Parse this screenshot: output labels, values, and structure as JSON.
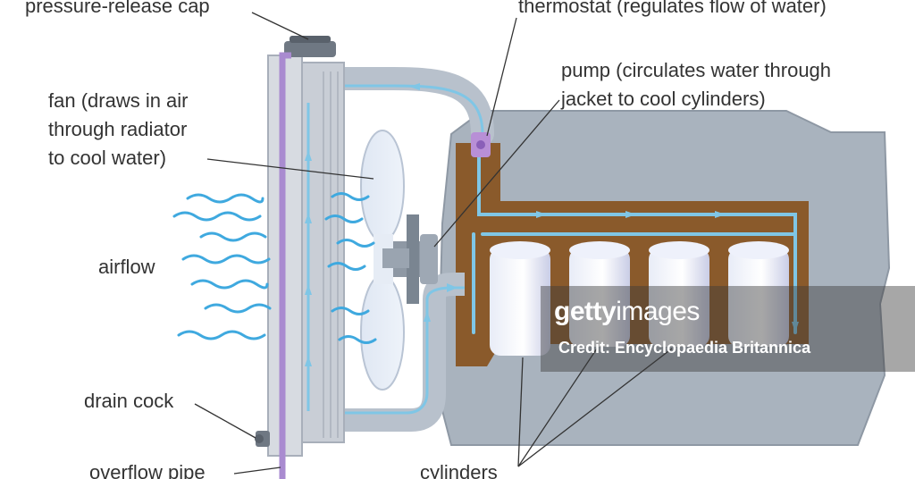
{
  "labels": {
    "pressure_cap": "pressure-release cap",
    "thermostat": "thermostat (regulates flow of water)",
    "pump_line1": "pump (circulates water through",
    "pump_line2": "jacket to cool cylinders)",
    "fan_line1": "fan (draws in air",
    "fan_line2": "through radiator",
    "fan_line3": "to cool water)",
    "airflow": "airflow",
    "drain_cock": "drain cock",
    "overflow_pipe": "overflow pipe",
    "cylinders": "cylinders"
  },
  "watermark": {
    "brand_bold": "getty",
    "brand_thin": "images",
    "credit": "Credit: Encyclopaedia Britannica"
  },
  "colors": {
    "engine_block": "#a9b3be",
    "water_jacket": "#8a5a2b",
    "coolant": "#7fc6e6",
    "radiator": "#c9ced6",
    "air": "#3fa9df",
    "overflow_pipe": "#a98bd0"
  }
}
